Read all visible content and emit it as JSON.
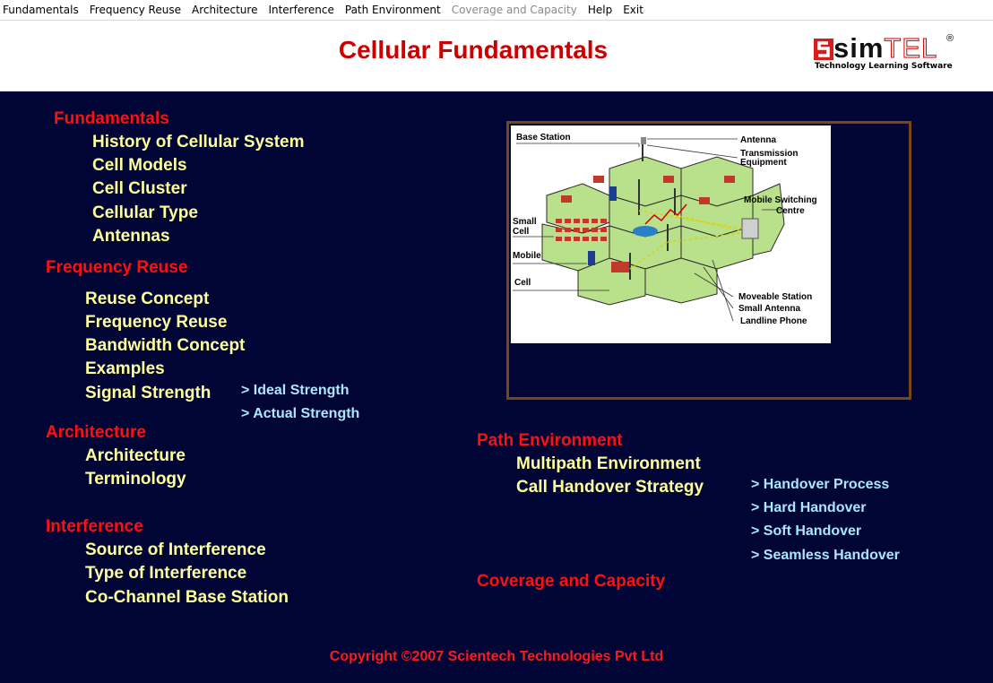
{
  "menu": [
    {
      "label": "Fundamentals"
    },
    {
      "label": "Frequency Reuse"
    },
    {
      "label": "Architecture"
    },
    {
      "label": "Interference"
    },
    {
      "label": "Path Environment"
    },
    {
      "label": "Coverage and Capacity",
      "disabled": true
    },
    {
      "label": "Help"
    },
    {
      "label": "Exit"
    }
  ],
  "header": {
    "title": "Cellular Fundamentals",
    "logo": {
      "word_a": "sim",
      "word_b": "TEL",
      "registered": "®",
      "tagline": "Technology Learning  Software"
    }
  },
  "colors": {
    "section": "#ff0f0f",
    "topic": "#ffff99",
    "sub": "#a9e6ff",
    "background": "#000536",
    "title": "#cc0000"
  },
  "sections": {
    "fundamentals": {
      "label": "Fundamentals",
      "topics": [
        "History of Cellular System",
        "Cell Models",
        "Cell Cluster",
        "Cellular Type",
        "Antennas"
      ]
    },
    "frequency_reuse": {
      "label": "Frequency Reuse",
      "topics": [
        "Reuse Concept",
        "Frequency Reuse",
        "Bandwidth Concept",
        "Examples",
        "Signal Strength"
      ],
      "signal_strength_subs": [
        "> Ideal Strength",
        "> Actual Strength"
      ]
    },
    "architecture": {
      "label": "Architecture",
      "topics": [
        "Architecture",
        "Terminology"
      ]
    },
    "interference": {
      "label": "Interference",
      "topics": [
        "Source of Interference",
        "Type of Interference",
        "Co-Channel Base Station"
      ]
    },
    "path_environment": {
      "label": "Path Environment",
      "topics": [
        "Multipath Environment",
        "Call Handover Strategy"
      ],
      "handover_subs": [
        "> Handover Process",
        "> Hard Handover",
        "> Soft Handover",
        "> Seamless Handover"
      ]
    },
    "coverage_capacity": {
      "label": "Coverage and Capacity"
    }
  },
  "diagram": {
    "labels": {
      "base_station": "Base Station",
      "antenna": "Antenna",
      "transmission_1": "Transmission",
      "transmission_2": "Equipment",
      "msc_1": "Mobile Switching",
      "msc_2": "Centre",
      "small_cell_1": "Small",
      "small_cell_2": "Cell",
      "mobile": "Mobile",
      "cell": "Cell",
      "moveable_station": "Moveable Station",
      "small_antenna": "Small Antenna",
      "landline_phone": "Landline Phone"
    }
  },
  "footer": {
    "copyright": "Copyright ©2007 Scientech Technologies Pvt Ltd"
  }
}
